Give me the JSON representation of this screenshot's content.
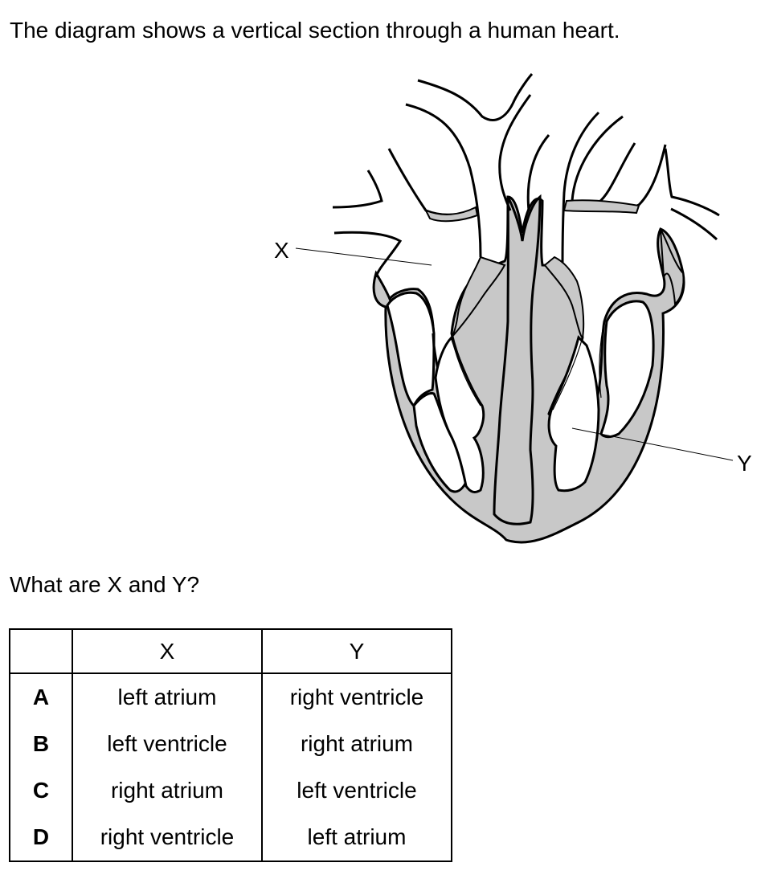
{
  "question": {
    "intro": "The diagram shows a vertical section through a human heart.",
    "prompt": "What are X and Y?"
  },
  "diagram": {
    "labels": {
      "x": "X",
      "y": "Y"
    },
    "colors": {
      "tissue": "#c8c8c8",
      "outline": "#000000",
      "chamber": "#ffffff"
    }
  },
  "table": {
    "headers": [
      "",
      "X",
      "Y"
    ],
    "rows": [
      {
        "key": "A",
        "x": "left atrium",
        "y": "right ventricle"
      },
      {
        "key": "B",
        "x": "left ventricle",
        "y": "right atrium"
      },
      {
        "key": "C",
        "x": "right atrium",
        "y": "left ventricle"
      },
      {
        "key": "D",
        "x": "right ventricle",
        "y": "left atrium"
      }
    ]
  }
}
